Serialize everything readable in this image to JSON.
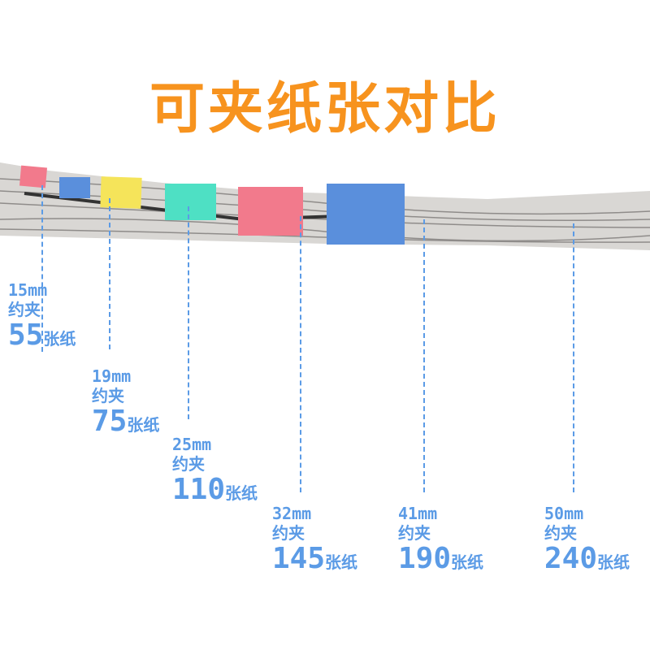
{
  "title": "可夹纸张对比",
  "clips": [
    {
      "size": "15mm",
      "label": "约夹",
      "count": "55",
      "unit": "张纸",
      "color": "#f27a8c"
    },
    {
      "size": "19mm",
      "label": "约夹",
      "count": "75",
      "unit": "张纸",
      "color": "#5a8fdc"
    },
    {
      "size": "25mm",
      "label": "约夹",
      "count": "110",
      "unit": "张纸",
      "color": "#f5e45a"
    },
    {
      "size": "32mm",
      "label": "约夹",
      "count": "145",
      "unit": "张纸",
      "color": "#4ee0c4"
    },
    {
      "size": "41mm",
      "label": "约夹",
      "count": "190",
      "unit": "张纸",
      "color": "#f27a8c"
    },
    {
      "size": "50mm",
      "label": "约夹",
      "count": "240",
      "unit": "张纸",
      "color": "#5a8fdc"
    }
  ]
}
